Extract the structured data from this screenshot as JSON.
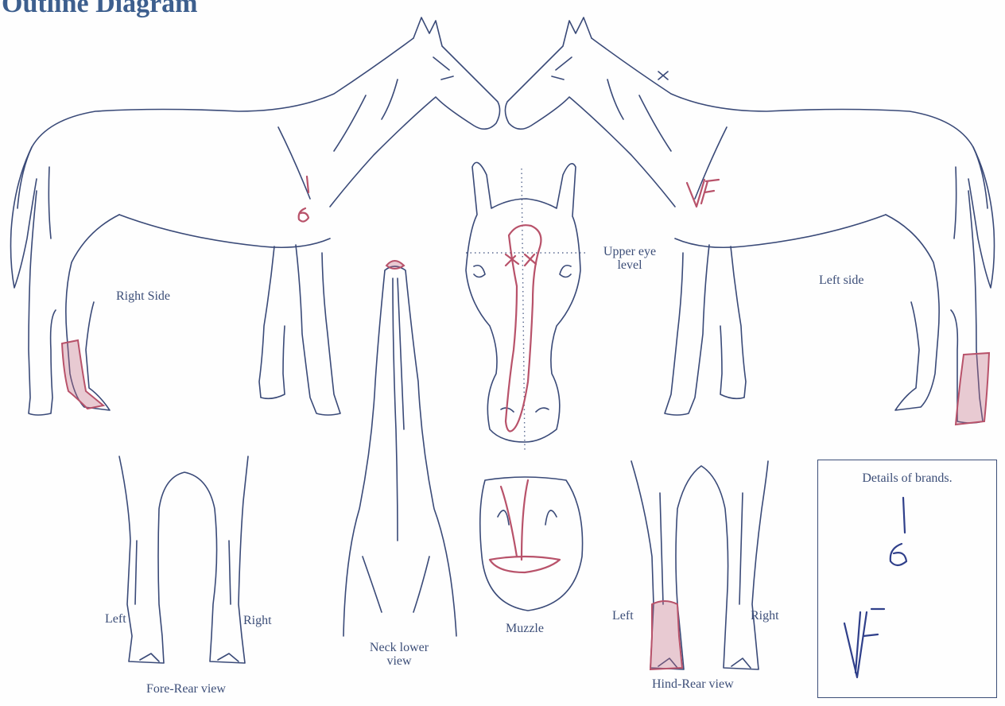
{
  "header": {
    "title": "Outline Diagram"
  },
  "views": {
    "right_side": "Right Side",
    "left_side": "Left side",
    "upper_eye_level": "Upper eye level",
    "neck_lower_view": "Neck lower view",
    "muzzle": "Muzzle",
    "fore_rear_view": "Fore-Rear view",
    "hind_rear_view": "Hind-Rear view",
    "fore_left": "Left",
    "fore_right": "Right",
    "hind_left": "Left",
    "hind_right": "Right"
  },
  "brands": {
    "title": "Details of brands.",
    "brand_right_side": "1 6",
    "brand_left_side": "VF"
  },
  "colors": {
    "outline": "#3a4a78",
    "markings": "#b8526a",
    "brand_ink": "#2f3f8a"
  }
}
